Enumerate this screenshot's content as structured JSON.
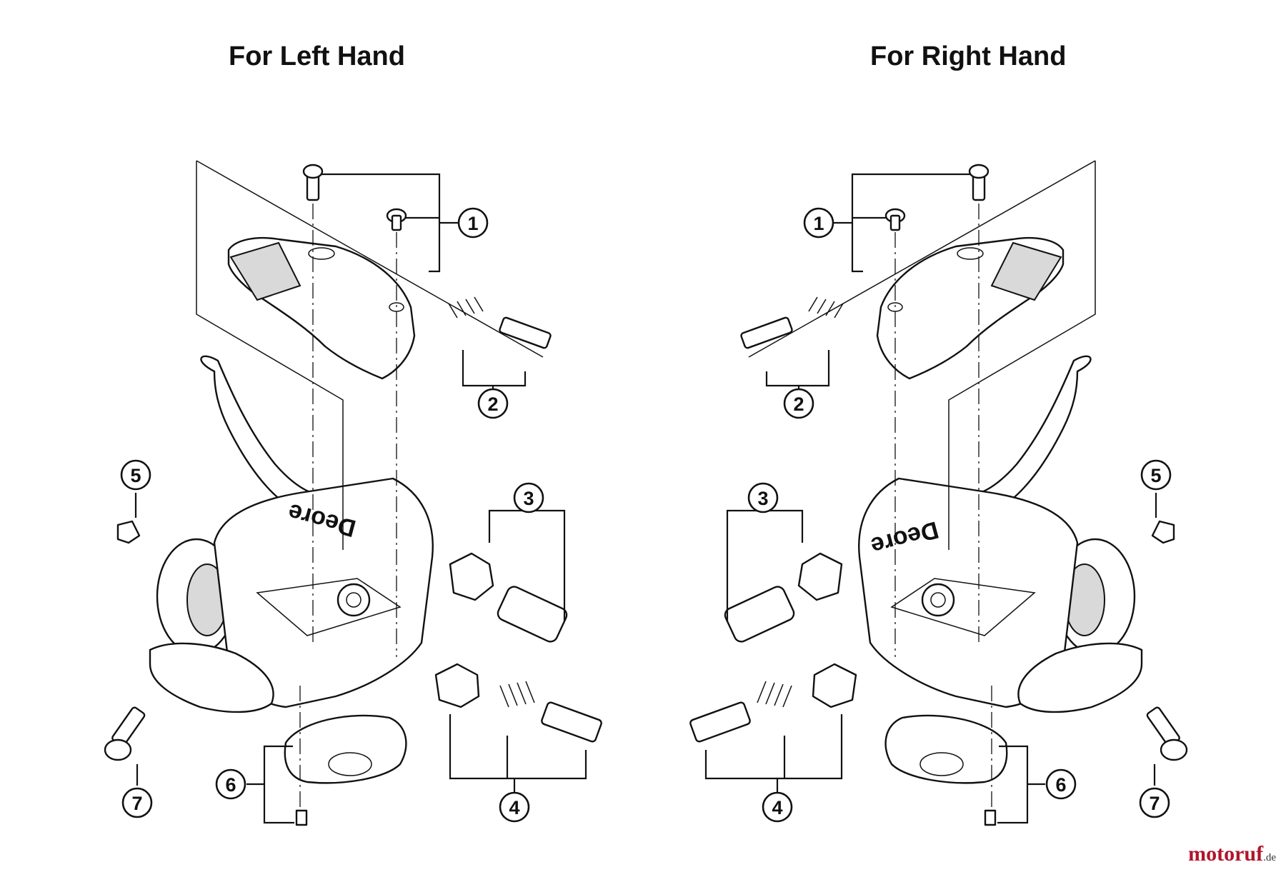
{
  "titles": {
    "left": "For Left Hand",
    "right": "For Right Hand"
  },
  "callouts": [
    "1",
    "2",
    "3",
    "4",
    "5",
    "6",
    "7"
  ],
  "logo_text": "Deore",
  "watermark": {
    "name": "motoruf",
    "tld": ".de"
  }
}
